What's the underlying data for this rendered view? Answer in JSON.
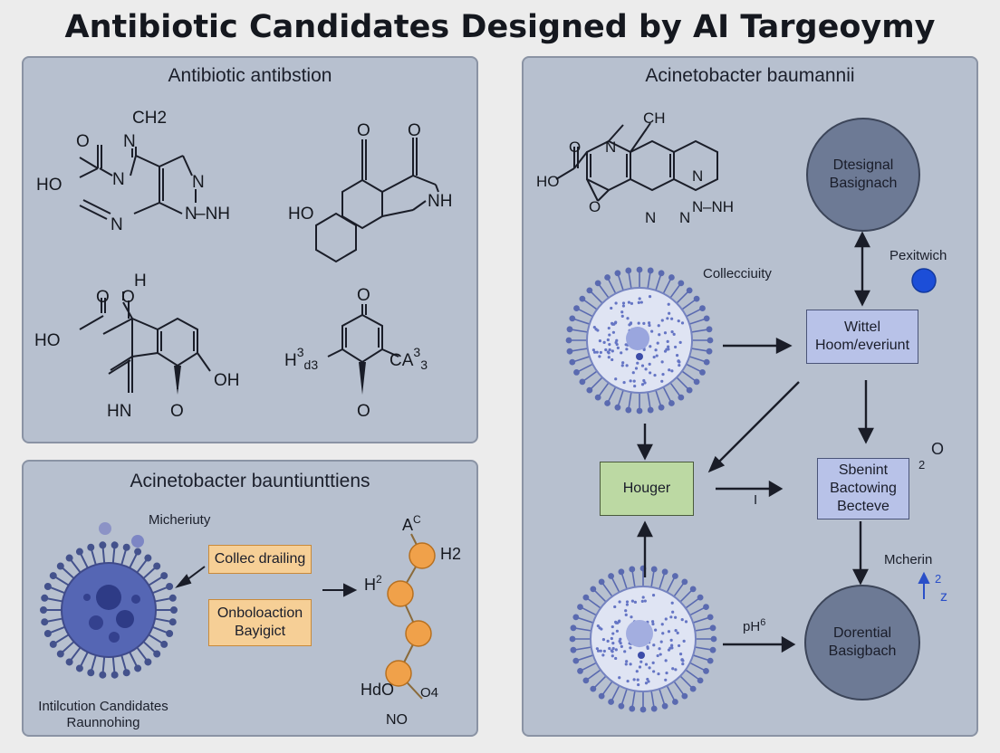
{
  "title": "Antibiotic Candidates Designed by AI Targeoymy",
  "panel_top_left": {
    "title": "Antibiotic antibstion",
    "molecules": {
      "m1": {
        "ch2": "CH2",
        "o": "O",
        "n_top": "N",
        "ho": "HO",
        "n_mid": "N",
        "n_ring": "N",
        "n_bottom": "N",
        "n_right": "N",
        "nh": "–NH"
      },
      "m2": {
        "o1": "O",
        "o2": "O",
        "nh": "NH",
        "ho": "HO"
      },
      "m3": {
        "h": "H",
        "o1": "O",
        "o2": "O",
        "ho": "HO",
        "oh": "OH",
        "hn": "HN",
        "o_bottom": "O"
      },
      "m4": {
        "o_top": "O",
        "h3": "H",
        "h3_sub": "d3",
        "h3_sup": "3",
        "ca": "CA",
        "ca_sub": "3",
        "ca_sup": "3",
        "o_bottom": "O"
      }
    }
  },
  "panel_bottom_left": {
    "title": "Acinetobacter bauntiunttiens",
    "micheriuty": "Micheriuty",
    "collec_box": "Collec drailing",
    "onbolo_box": [
      "Onboloaction",
      "Bayigict"
    ],
    "caption": [
      "Intilcution Candidates",
      "Raunnohing"
    ],
    "chain": {
      "ac": "A",
      "ac_sup": "C",
      "h2_right": "H2",
      "h2_left": "H",
      "h2_left_sup": "2",
      "hdo": "HdO",
      "o4": "O4",
      "no": "NO"
    }
  },
  "panel_right": {
    "title": "Acinetobacter baumannii",
    "molecule": {
      "ch": "CH",
      "n1": "N",
      "o": "O",
      "ho": "HO",
      "n2": "N",
      "n3": "N",
      "o_ring": "O",
      "n4": "N",
      "n5": "N",
      "nh": "–NH"
    },
    "collecciuity": "Collecciuity",
    "pexitwich": "Pexitwich",
    "dtesignal": [
      "Dtesignal",
      "Basignach"
    ],
    "wittel": [
      "Wittel",
      "Hoom/everiunt"
    ],
    "houger": "Houger",
    "i_label": "I",
    "sbenint": [
      "Sbenint",
      "Bactowing",
      "Becteve"
    ],
    "sup_2": "2",
    "sup_o": "O",
    "mcherin": "Mcherin",
    "up_2": "2",
    "z": "z",
    "ph6": "pH",
    "ph6_sup": "6",
    "dorential": [
      "Dorential",
      "Basigbach"
    ]
  },
  "colors": {
    "panel": "#b7c0cf",
    "node": "#6d7a95",
    "green_box": "#bcd9a3",
    "blue_box": "#b8c2e8",
    "orange_box": "#f6cf96",
    "blue_dot": "#1c4ed8",
    "atom_orange": "#f0a14a"
  }
}
